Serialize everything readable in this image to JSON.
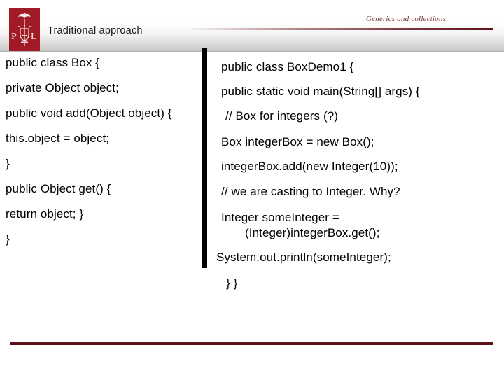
{
  "colors": {
    "logo-red": "#a11b27",
    "rule-dark": "#5e1119",
    "pretitle-red": "#7d3535",
    "divider-black": "#000000",
    "text-black": "#000000"
  },
  "header": {
    "pretitle": "Generics and collections",
    "title": "Traditional approach",
    "logo": {
      "letters": [
        "P",
        "Ł"
      ]
    }
  },
  "left_code": {
    "lines": [
      "public class Box {",
      "private Object object;",
      "public void add(Object object) {",
      "this.object = object;",
      "}",
      "public Object get() {",
      "return object; }",
      "}"
    ]
  },
  "right_code": {
    "lines": [
      "public class BoxDemo1 {",
      "public static void main(String[] args) {",
      "// Box for integers (?)",
      "Box integerBox = new Box();",
      "integerBox.add(new Integer(10));",
      "// we are casting to Integer. Why?",
      "Integer someInteger =",
      "(Integer)integerBox.get();",
      "System.out.println(someInteger);",
      "} }"
    ]
  }
}
